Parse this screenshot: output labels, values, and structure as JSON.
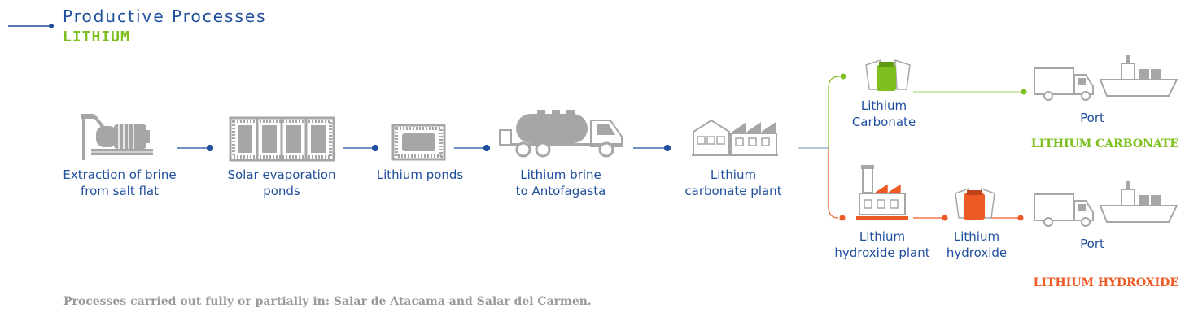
{
  "header": {
    "title": "Productive Processes",
    "subtitle": "LITHIUM"
  },
  "colors": {
    "blue": "#1f4e9c",
    "green": "#7cbf1e",
    "orange": "#ee5a24",
    "icon_gray": "#a6a6a6"
  },
  "steps": [
    {
      "id": "extraction",
      "label": "Extraction of brine\nfrom salt flat",
      "icon": "brine-pump-icon"
    },
    {
      "id": "solar",
      "label": "Solar evaporation\nponds",
      "icon": "evaporation-ponds-icon"
    },
    {
      "id": "ponds",
      "label": "Lithium ponds",
      "icon": "lithium-pond-icon"
    },
    {
      "id": "brine-truck",
      "label": "Lithium brine\nto Antofagasta",
      "icon": "tanker-truck-icon"
    },
    {
      "id": "carbonate-plant",
      "label": "Lithium\ncarbonate plant",
      "icon": "factory-icon"
    }
  ],
  "branch_carbonate": {
    "product": {
      "label": "Lithium\nCarbonate",
      "icon": "carbonate-bag-icon"
    },
    "port": {
      "label": "Port",
      "icon": "truck-ship-icon"
    },
    "output": "LITHIUM CARBONATE"
  },
  "branch_hydroxide": {
    "plant": {
      "label": "Lithium\nhydroxide plant",
      "icon": "hydroxide-plant-icon"
    },
    "product": {
      "label": "Lithium\nhydroxide",
      "icon": "hydroxide-bag-icon"
    },
    "port": {
      "label": "Port",
      "icon": "truck-ship-icon"
    },
    "output": "LITHIUM HYDROXIDE"
  },
  "footnote": "Processes carried out fully or partially in: Salar de Atacama and Salar del Carmen."
}
